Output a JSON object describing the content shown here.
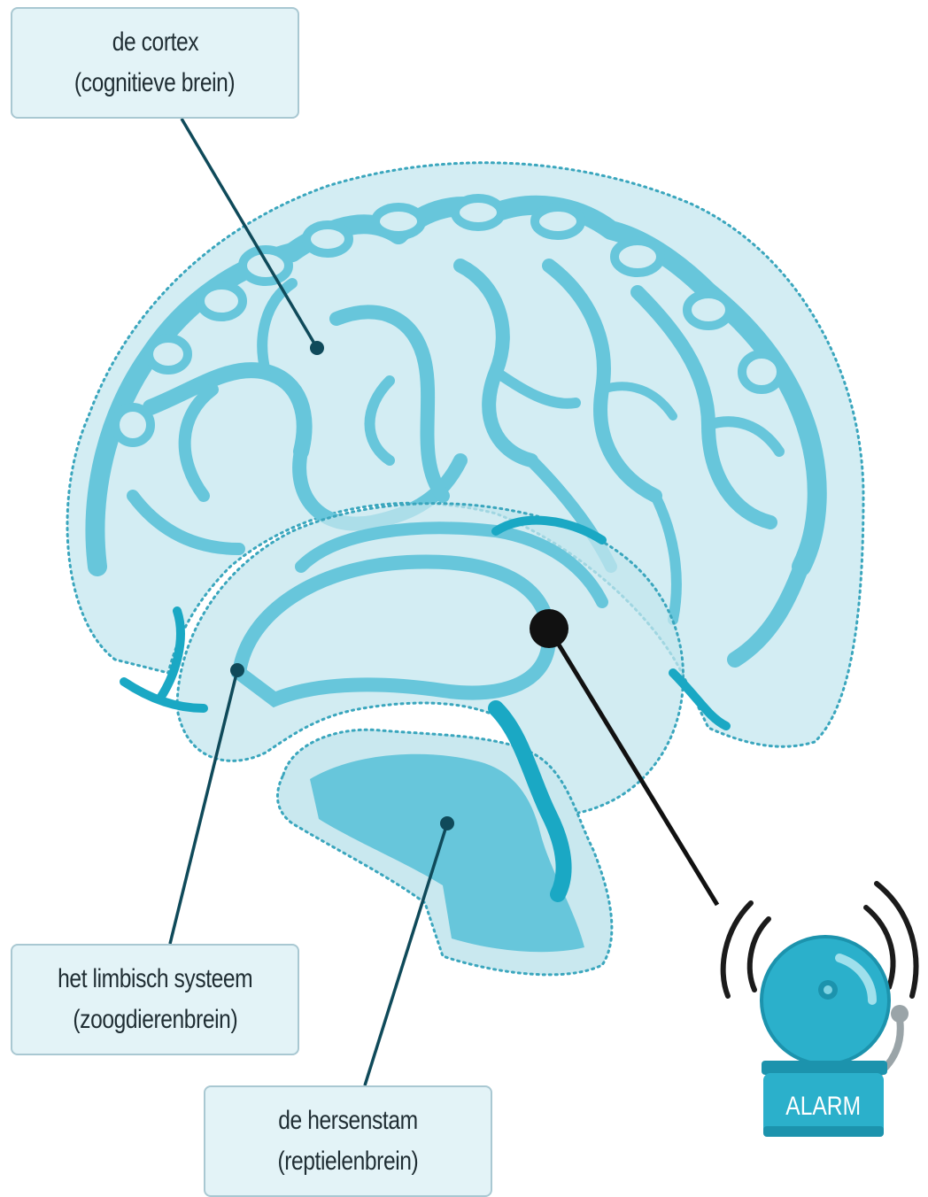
{
  "labels": {
    "cortex": {
      "line1": "de cortex",
      "line2": "(cognitieve brein)"
    },
    "limbic": {
      "line1": "het limbisch systeem",
      "line2": "(zoogdierenbrein)"
    },
    "stem": {
      "line1": "de hersenstam",
      "line2": "(reptielenbrein)"
    }
  },
  "alarm": {
    "label": "ALARM"
  },
  "colors": {
    "brain_light": "#cfebf2",
    "brain_mid": "#67c6db",
    "brain_dark": "#1aa8c4",
    "outline_dotted": "#3aa6bd",
    "leader_line": "#0f4a5a",
    "label_bg": "#e3f3f7",
    "label_border": "#a9c8d2",
    "bell": "#2bb0cb",
    "amygdala": "#111111"
  },
  "icons": [
    "alarm-bell-icon",
    "sound-waves-icon"
  ]
}
